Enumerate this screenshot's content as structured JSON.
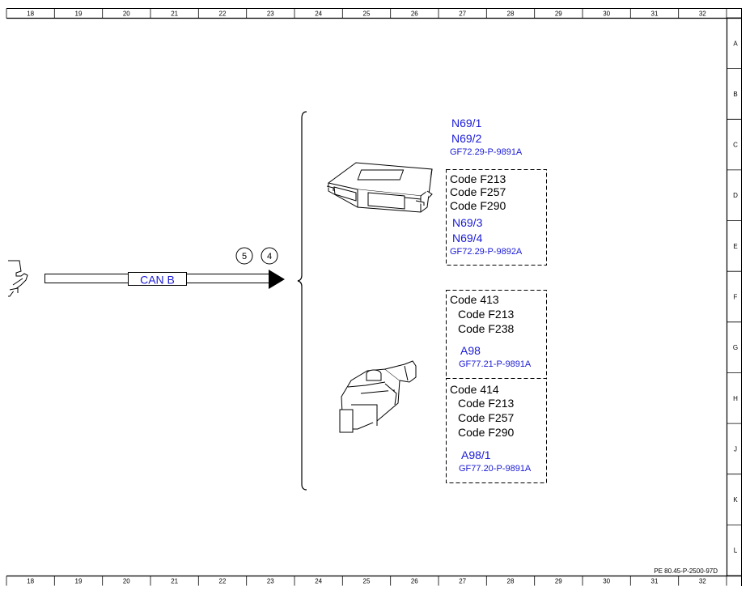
{
  "ruler": {
    "columns": [
      "18",
      "19",
      "20",
      "21",
      "22",
      "23",
      "24",
      "25",
      "26",
      "27",
      "28",
      "29",
      "30",
      "31",
      "32"
    ],
    "rows": [
      "A",
      "B",
      "C",
      "D",
      "E",
      "F",
      "G",
      "H",
      "J",
      "K",
      "L"
    ]
  },
  "signal": {
    "label": "CAN B",
    "markers": [
      "5",
      "4"
    ]
  },
  "upper_group": {
    "components": [
      "N69/1",
      "N69/2"
    ],
    "ref": "GF72.29-P-9891A",
    "codes": [
      "Code F213",
      "Code F257",
      "Code F290"
    ],
    "components_2": [
      "N69/3",
      "N69/4"
    ],
    "ref_2": "GF72.29-P-9892A"
  },
  "lower_group_a": {
    "code_main": "Code 413",
    "codes": [
      "Code F213",
      "Code F238"
    ],
    "component": "A98",
    "ref": "GF77.21-P-9891A"
  },
  "lower_group_b": {
    "code_main": "Code 414",
    "codes": [
      "Code F213",
      "Code F257",
      "Code F290"
    ],
    "component": "A98/1",
    "ref": "GF77.20-P-9891A"
  },
  "doc_ref": "PE 80.45-P-2500-97D",
  "colors": {
    "link_blue": "#1a1ad6",
    "line": "#000000"
  }
}
